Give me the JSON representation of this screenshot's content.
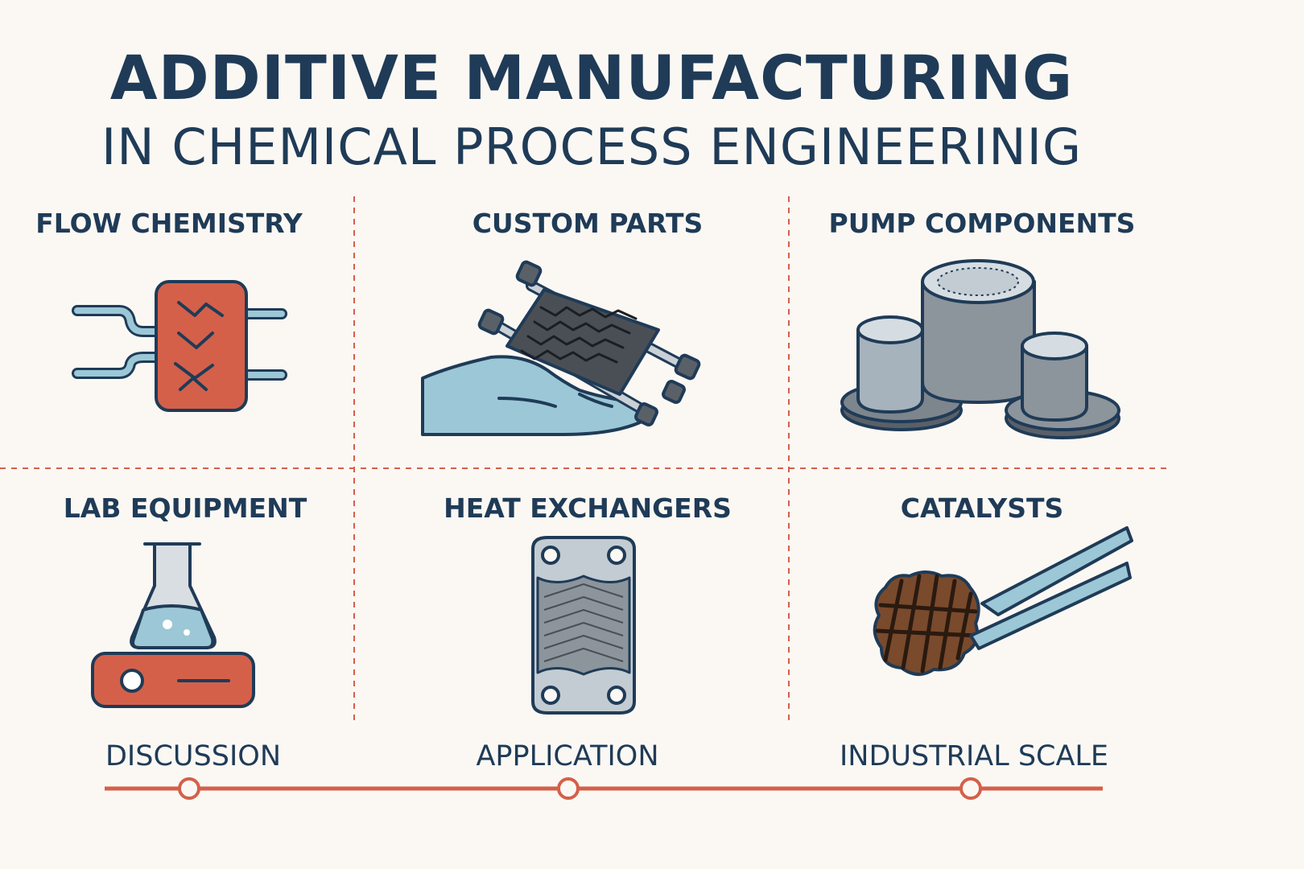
{
  "title": {
    "line1": "ADDITIVE MANUFACTURING",
    "line2": "IN CHEMICAL PROCESS ENGINEERINIG"
  },
  "panels": [
    {
      "label": "FLOW CHEMISTRY",
      "icon": "flow-reactor-icon"
    },
    {
      "label": "CUSTOM PARTS",
      "icon": "printed-part-in-hand-icon"
    },
    {
      "label": "PUMP COMPONENTS",
      "icon": "pump-components-icon"
    },
    {
      "label": "LAB EQUIPMENT",
      "icon": "flask-on-hotplate-icon"
    },
    {
      "label": "HEAT EXCHANGERS",
      "icon": "plate-heat-exchanger-icon"
    },
    {
      "label": "CATALYSTS",
      "icon": "catalyst-with-tweezers-icon"
    }
  ],
  "timeline": {
    "stages": [
      "DISCUSSION",
      "APPLICATION",
      "INDUSTRIAL SCALE"
    ]
  },
  "colors": {
    "navy": "#1f3b57",
    "accent_red": "#d4604a",
    "light_blue": "#9cc7d6",
    "gray": "#8c949c",
    "background": "#fbf8f4"
  }
}
